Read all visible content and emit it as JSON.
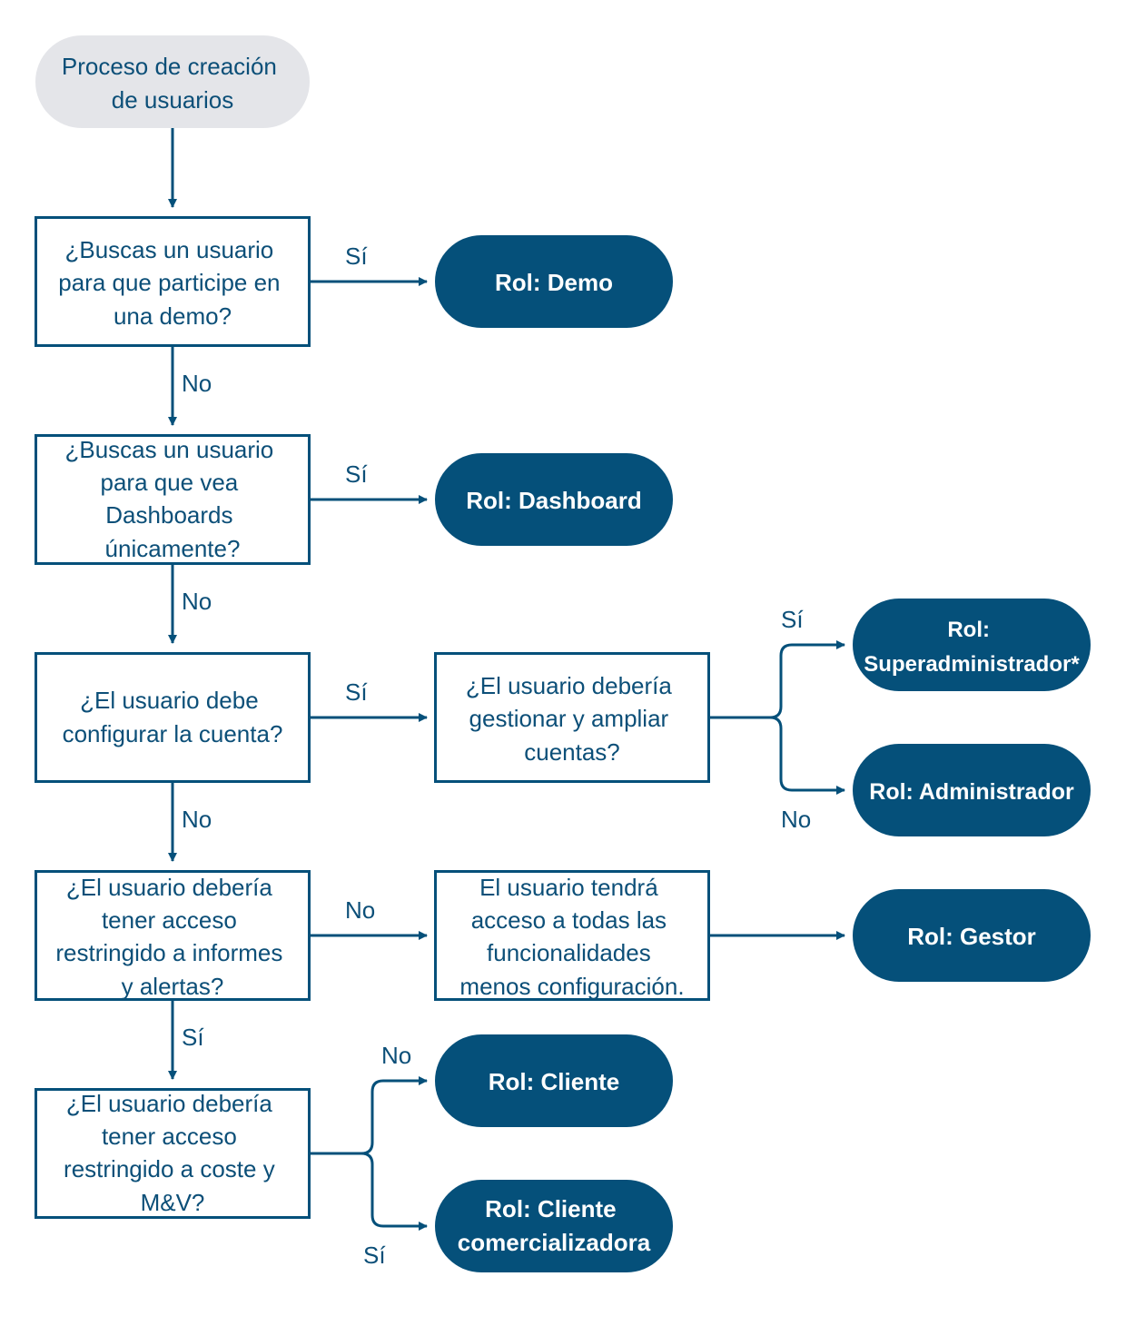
{
  "colors": {
    "navy": "#05507A",
    "text_dark": "#0C4F78",
    "start_fill": "#E4E5E9",
    "white": "#FFFFFF"
  },
  "start": {
    "lines": [
      "Proceso de creación",
      "de usuarios"
    ]
  },
  "decisions": {
    "demo": {
      "lines": [
        "¿Buscas un usuario",
        "para que participe en",
        "una demo?"
      ]
    },
    "dashboard": {
      "lines": [
        "¿Buscas un usuario",
        "para que vea",
        "Dashboards",
        "únicamente?"
      ]
    },
    "configurar": {
      "lines": [
        "¿El usuario debe",
        "configurar la cuenta?"
      ]
    },
    "gestionar": {
      "lines": [
        "¿El usuario debería",
        "gestionar y ampliar",
        "cuentas?"
      ]
    },
    "informes": {
      "lines": [
        "¿El usuario debería",
        "tener acceso",
        "restringido a informes",
        "y alertas?"
      ]
    },
    "coste": {
      "lines": [
        "¿El usuario debería",
        "tener acceso",
        "restringido a coste y",
        "M&V?"
      ]
    }
  },
  "info": {
    "gestor_desc": {
      "lines": [
        "El usuario tendrá",
        "acceso a todas las",
        "funcionalidades",
        "menos configuración."
      ]
    }
  },
  "roles": {
    "demo": {
      "lines": [
        "Rol: Demo"
      ]
    },
    "dashboard": {
      "lines": [
        "Rol: Dashboard"
      ]
    },
    "superadmin": {
      "lines": [
        "Rol:",
        "Superadministrador*"
      ]
    },
    "admin": {
      "lines": [
        "Rol: Administrador"
      ]
    },
    "gestor": {
      "lines": [
        "Rol: Gestor"
      ]
    },
    "cliente": {
      "lines": [
        "Rol: Cliente"
      ]
    },
    "cliente_com": {
      "lines": [
        "Rol: Cliente",
        "comercializadora"
      ]
    }
  },
  "edge_labels": {
    "demo_si": "Sí",
    "demo_no": "No",
    "dashboard_si": "Sí",
    "dashboard_no": "No",
    "configurar_si": "Sí",
    "configurar_no": "No",
    "gestionar_si": "Sí",
    "gestionar_no": "No",
    "informes_no": "No",
    "informes_si": "Sí",
    "coste_no": "No",
    "coste_si": "Sí"
  }
}
